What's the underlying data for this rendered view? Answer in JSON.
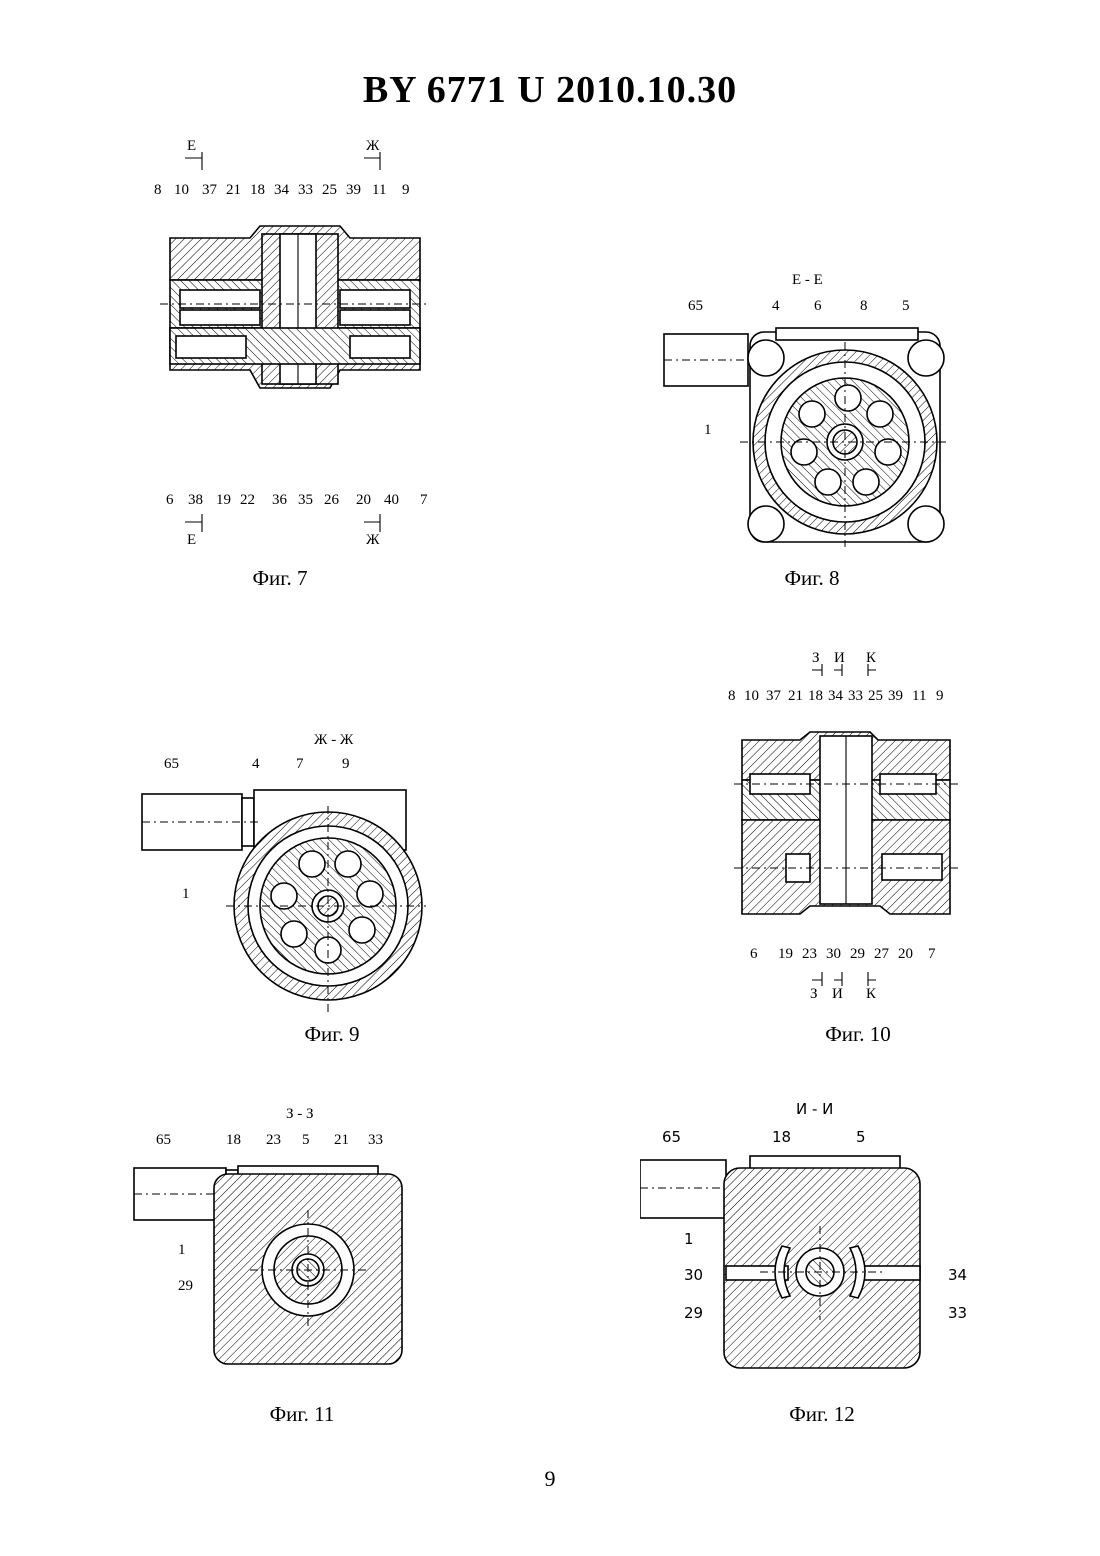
{
  "header": {
    "doc_number": "BY  6771  U  2010.10.30"
  },
  "page_number": "9",
  "figures": [
    {
      "caption": "Фиг. 7",
      "section_marks": [
        "Е",
        "Ж",
        "Е",
        "Ж"
      ],
      "top_labels": [
        "8",
        "10",
        "37",
        "21",
        "18",
        "34",
        "33",
        "25",
        "39",
        "11",
        "9"
      ],
      "bottom_labels": [
        "6",
        "38",
        "19",
        "22",
        "36",
        "35",
        "26",
        "20",
        "40",
        "7"
      ]
    },
    {
      "caption": "Фиг. 8",
      "title": "Е - Е",
      "labels": [
        "65",
        "4",
        "6",
        "8",
        "5",
        "1"
      ]
    },
    {
      "caption": "Фиг. 9",
      "title": "Ж - Ж",
      "labels": [
        "65",
        "4",
        "7",
        "9",
        "1"
      ]
    },
    {
      "caption": "Фиг. 10",
      "section_marks": [
        "З",
        "И",
        "К",
        "З",
        "И",
        "К"
      ],
      "top_labels": [
        "8",
        "10",
        "37",
        "21",
        "18",
        "34",
        "33",
        "25",
        "39",
        "11",
        "9"
      ],
      "bottom_labels": [
        "6",
        "19",
        "23",
        "30",
        "29",
        "27",
        "20",
        "7"
      ]
    },
    {
      "caption": "Фиг. 11",
      "title": "З - З",
      "labels": [
        "65",
        "18",
        "23",
        "5",
        "21",
        "33",
        "1",
        "29"
      ]
    },
    {
      "caption": "Фиг. 12",
      "title": "И - И",
      "labels": [
        "65",
        "18",
        "5",
        "1",
        "30",
        "29",
        "34",
        "33"
      ]
    }
  ]
}
